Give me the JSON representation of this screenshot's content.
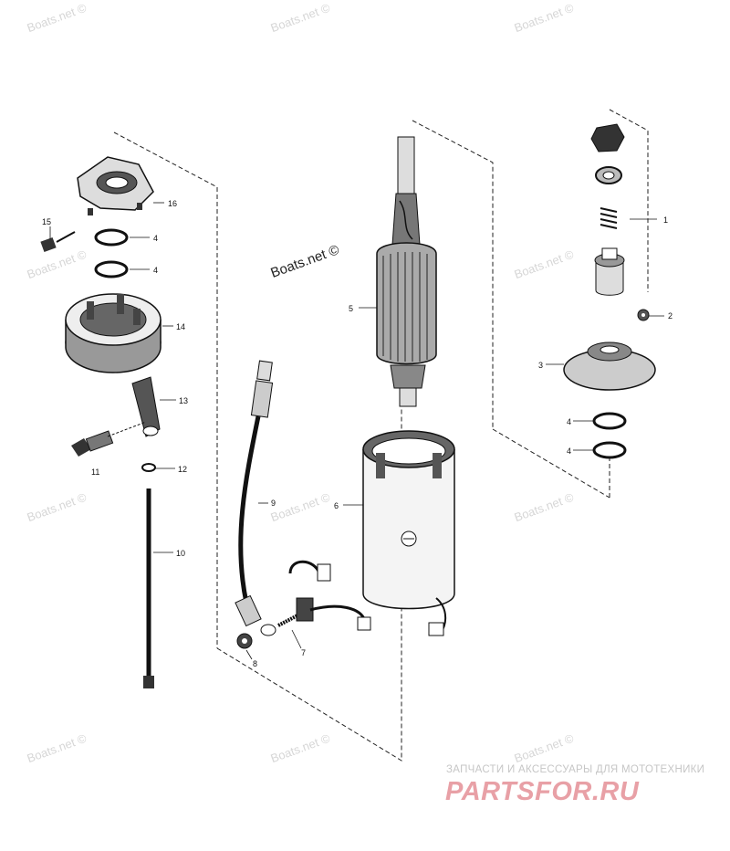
{
  "watermark_text": "Boats.net ©",
  "watermark_center_text": "Boats.net ©",
  "part_labels": [
    "1",
    "2",
    "3",
    "4",
    "4",
    "4",
    "4",
    "5",
    "6",
    "7",
    "8",
    "9",
    "10",
    "11",
    "12",
    "13",
    "14",
    "15",
    "16"
  ],
  "brand": {
    "tagline": "ЗАПЧАСТИ И АКСЕССУАРЫ ДЛЯ МОТОТЕХНИКИ",
    "logo": "PARTSFOR.RU"
  }
}
